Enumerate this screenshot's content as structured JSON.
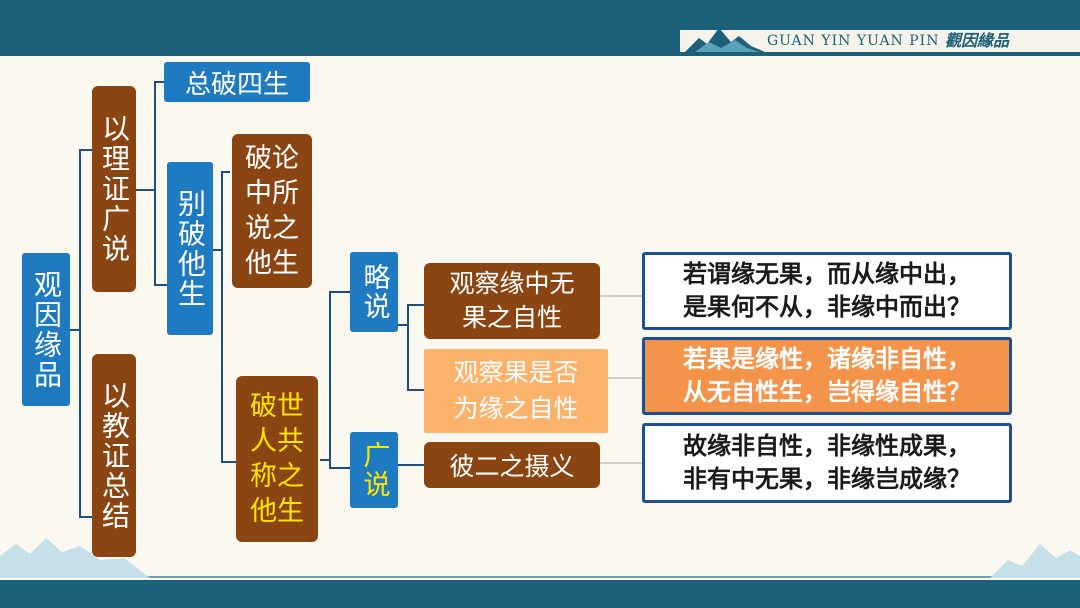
{
  "header": {
    "brand_text": "GUAN YIN YUAN PIN",
    "brand_script": "觀因緣品"
  },
  "diagram": {
    "root": "观因缘品",
    "branch_reason": "以理证广说",
    "branch_teaching": "以教证总结",
    "general_refute": "总破四生",
    "separate_refute": "别破他生",
    "refute_treatise": "破论中所说之他生",
    "refute_worldly": "破世人共称之他生",
    "brief": "略说",
    "extensive": "广说",
    "observe_no_fruit": "观察缘中无果之自性",
    "observe_fruit_nature": "观察果是否为缘之自性",
    "summary_two": "彼二之摄义",
    "verse_1_line_1": "若谓缘无果，而从缘中出，",
    "verse_1_line_2": "是果何不从，非缘中而出？",
    "verse_2_line_1": "若果是缘性，诸缘非自性，",
    "verse_2_line_2": "从无自性生，岂得缘自性？",
    "verse_3_line_1": "故缘非自性，非缘性成果，",
    "verse_3_line_2": "非有中无果，非缘岂成缘？"
  },
  "colors": {
    "header_band": "#1d6079",
    "node_brown": "#8a4512",
    "node_blue": "#1e7bc1",
    "node_light_orange": "#fbb36b",
    "verse_orange": "#f4934a",
    "verse_border": "#1c4f96",
    "highlight_yellow": "#ffe400",
    "connector": "#1d4f80"
  }
}
